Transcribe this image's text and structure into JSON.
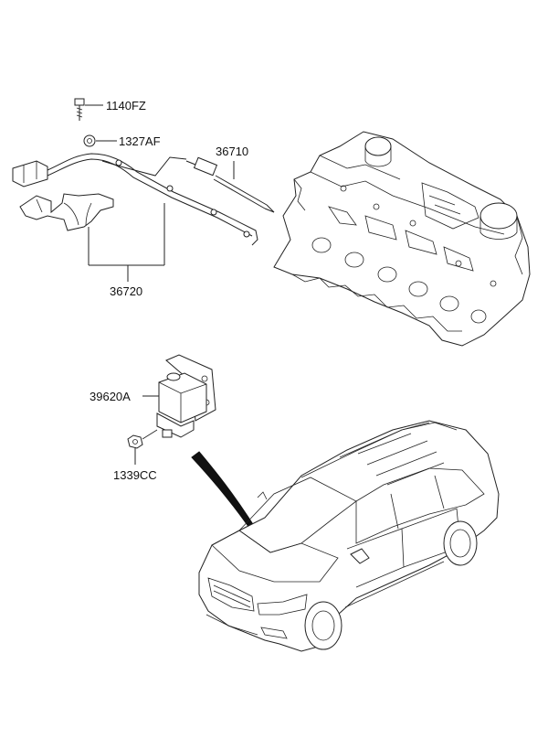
{
  "parts": {
    "bolt": "1140FZ",
    "nut_top": "1327AF",
    "glow_plug": "36710",
    "harness": "36720",
    "relay": "39620A",
    "nut_bottom": "1339CC"
  },
  "colors": {
    "line": "#222222",
    "background": "#ffffff"
  }
}
